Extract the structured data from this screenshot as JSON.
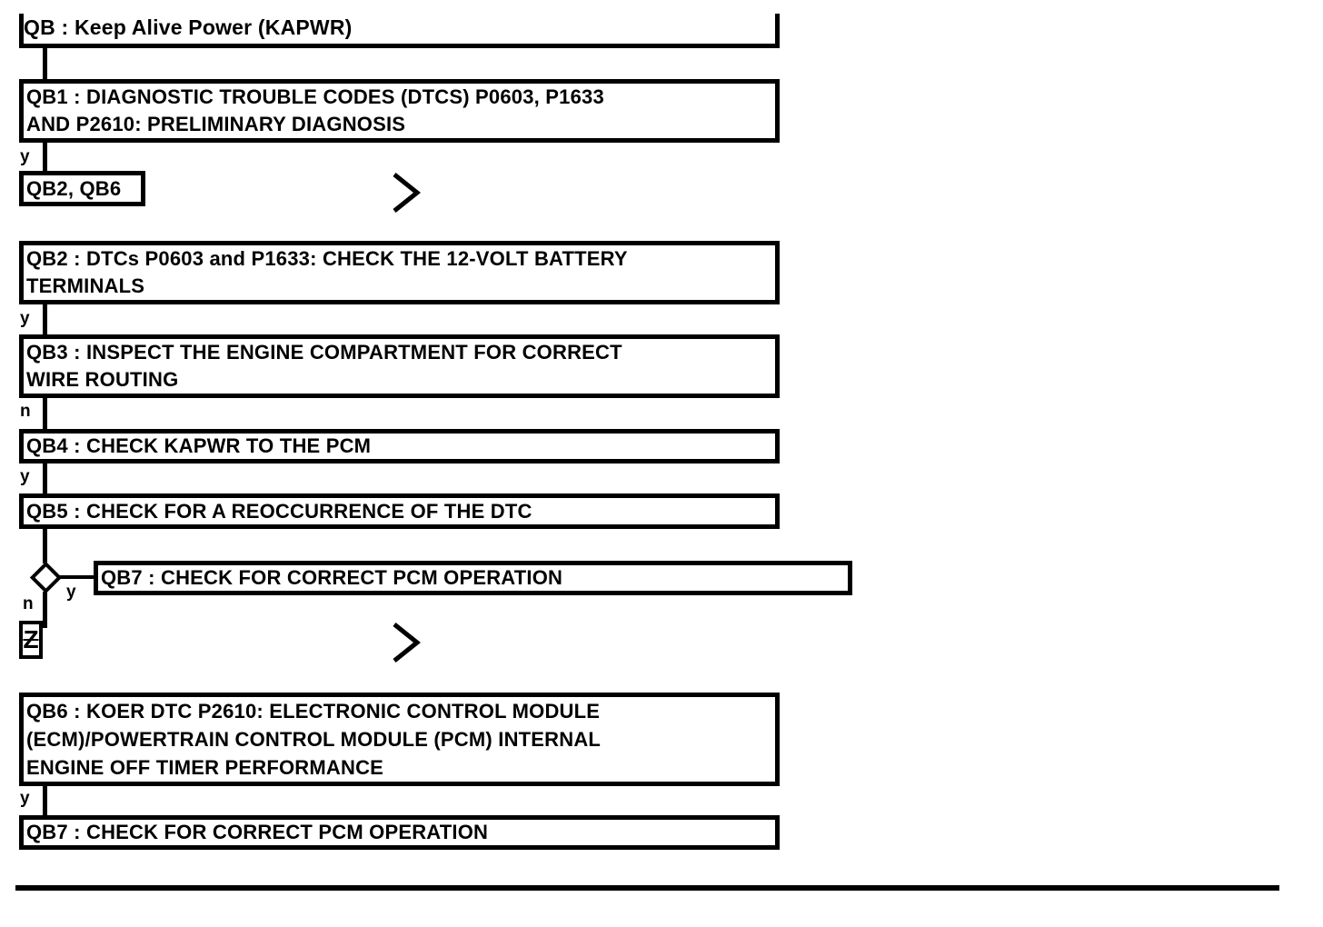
{
  "colors": {
    "ink": "#000000",
    "background": "#ffffff"
  },
  "flowchart": {
    "title": "QB : Keep Alive Power (KAPWR)",
    "nodes": {
      "qb1": {
        "text": "QB1 : DIAGNOSTIC TROUBLE CODES (DTCS) P0603, P1633\nAND P2610: PRELIMINARY DIAGNOSIS"
      },
      "ref_qb2_qb6": {
        "text": "QB2, QB6"
      },
      "qb2": {
        "text": "QB2 : DTCs P0603 and P1633: CHECK THE 12-VOLT BATTERY\nTERMINALS"
      },
      "qb3": {
        "text": "QB3 : INSPECT THE ENGINE COMPARTMENT FOR CORRECT\nWIRE ROUTING"
      },
      "qb4": {
        "text": "QB4 : CHECK KAPWR TO THE PCM"
      },
      "qb5": {
        "text": "QB5 : CHECK FOR A REOCCURRENCE OF THE DTC"
      },
      "qb7_branch": {
        "text": "QB7 : CHECK FOR CORRECT PCM OPERATION"
      },
      "off_page_connector": {
        "text": "Z"
      },
      "qb6": {
        "text": "QB6 : KOER DTC P2610: ELECTRONIC CONTROL MODULE\n(ECM)/POWERTRAIN CONTROL MODULE (PCM) INTERNAL\nENGINE OFF TIMER PERFORMANCE"
      },
      "qb7": {
        "text": "QB7 : CHECK FOR CORRECT PCM OPERATION"
      }
    },
    "branch_labels": {
      "after_qb1": "y",
      "after_qb2": "y",
      "after_qb3": "n",
      "after_qb4": "y",
      "qb5_yes": "y",
      "qb5_no": "n",
      "after_qb6": "y"
    },
    "icons": {
      "continue_chevron": "continue-chevron-icon",
      "decision_diamond": "decision-diamond-icon"
    }
  }
}
